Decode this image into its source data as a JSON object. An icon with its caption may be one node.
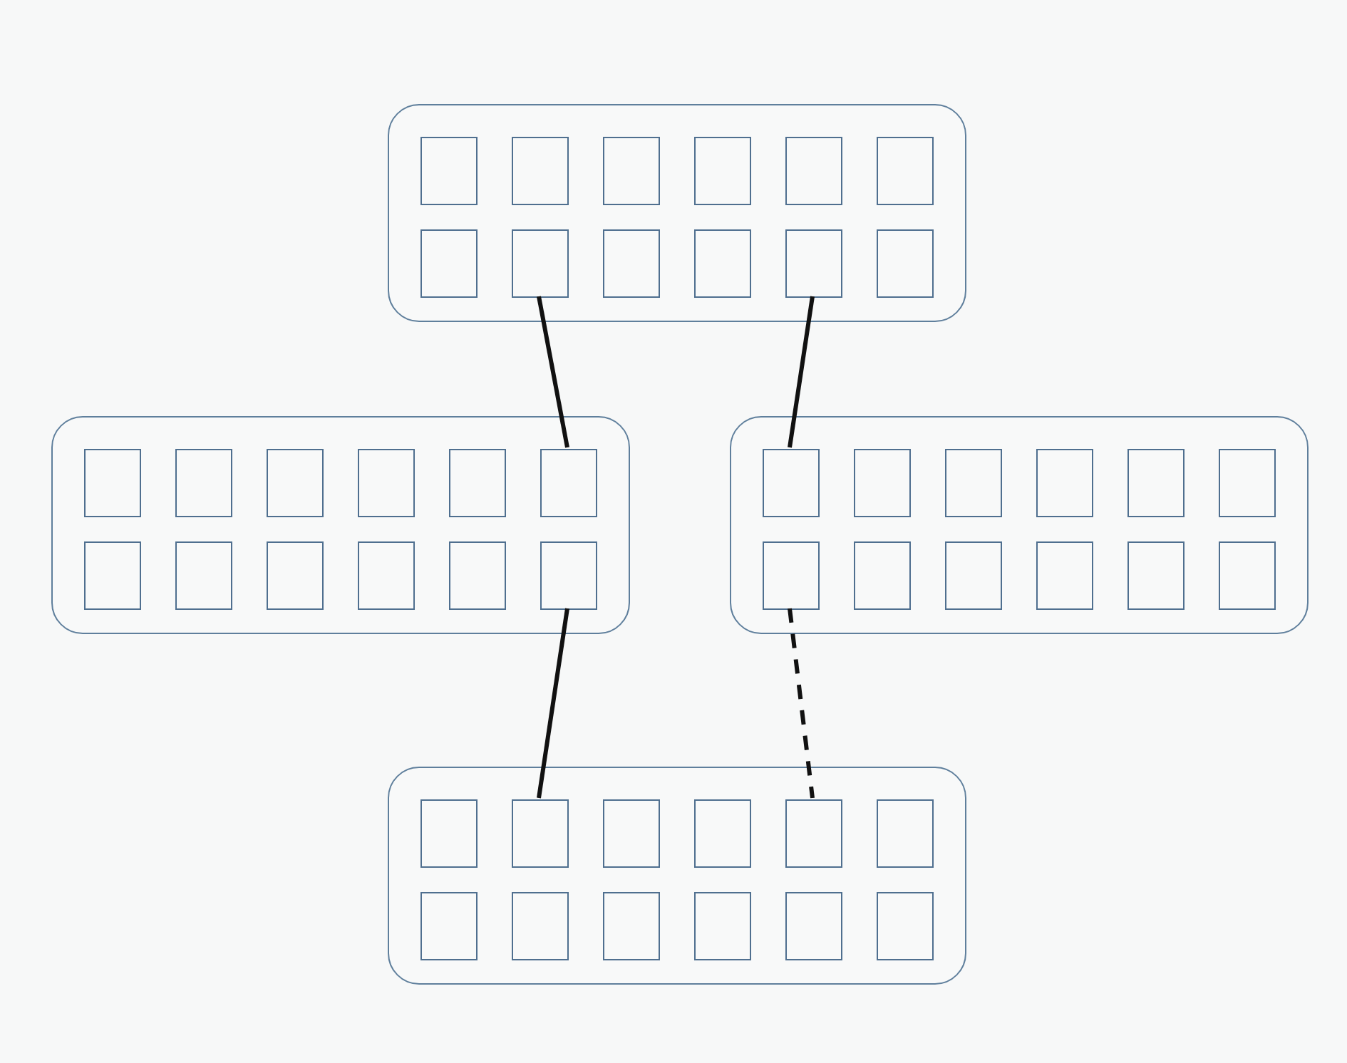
{
  "diagram": {
    "nodes": [
      {
        "text": [],
        "shape": "box"
      },
      {
        "text": [],
        "shape": "box",
        "in": 0
      },
      {
        "text": [],
        "shape": "box",
        "in": 0
      },
      {
        "text": [],
        "shape": "box",
        "in": 0
      },
      {
        "text": [],
        "shape": "box",
        "in": 0
      },
      {
        "text": [],
        "shape": "box",
        "in": 0
      },
      {
        "text": [],
        "shape": "box",
        "in": 0
      },
      {
        "text": [],
        "shape": "box",
        "in": 0
      },
      {
        "text": [],
        "shape": "box",
        "in": 0
      },
      {
        "text": [],
        "shape": "box",
        "in": 0
      },
      {
        "text": [],
        "shape": "box",
        "in": 0
      },
      {
        "text": [],
        "shape": "box",
        "in": 0
      },
      {
        "text": [],
        "shape": "box",
        "in": 0
      },
      {
        "text": [],
        "shape": "box"
      },
      {
        "text": [],
        "shape": "box",
        "in": 13
      },
      {
        "text": [],
        "shape": "box",
        "in": 13
      },
      {
        "text": [],
        "shape": "box",
        "in": 13
      },
      {
        "text": [],
        "shape": "box",
        "in": 13
      },
      {
        "text": [],
        "shape": "box",
        "in": 13
      },
      {
        "text": [],
        "shape": "box",
        "in": 13
      },
      {
        "text": [],
        "shape": "box",
        "in": 13
      },
      {
        "text": [],
        "shape": "box",
        "in": 13
      },
      {
        "text": [],
        "shape": "box",
        "in": 13
      },
      {
        "text": [],
        "shape": "box",
        "in": 13
      },
      {
        "text": [],
        "shape": "box",
        "in": 13
      },
      {
        "text": [],
        "shape": "box",
        "in": 13
      },
      {
        "text": [],
        "shape": "box"
      },
      {
        "text": [],
        "shape": "box",
        "in": 26
      },
      {
        "text": [],
        "shape": "box",
        "in": 26
      },
      {
        "text": [],
        "shape": "box",
        "in": 26
      },
      {
        "text": [],
        "shape": "box",
        "in": 26
      },
      {
        "text": [],
        "shape": "box",
        "in": 26
      },
      {
        "text": [],
        "shape": "box",
        "in": 26
      },
      {
        "text": [],
        "shape": "box",
        "in": 26
      },
      {
        "text": [],
        "shape": "box",
        "in": 26
      },
      {
        "text": [],
        "shape": "box",
        "in": 26
      },
      {
        "text": [],
        "shape": "box",
        "in": 26
      },
      {
        "text": [],
        "shape": "box",
        "in": 26
      },
      {
        "text": [],
        "shape": "box",
        "in": 26
      },
      {
        "text": [],
        "shape": "box"
      },
      {
        "text": [],
        "shape": "box",
        "in": 39
      },
      {
        "text": [],
        "shape": "box",
        "in": 39
      },
      {
        "text": [],
        "shape": "box",
        "in": 39
      },
      {
        "text": [],
        "shape": "box",
        "in": 39
      },
      {
        "text": [],
        "shape": "box",
        "in": 39
      },
      {
        "text": [],
        "shape": "box",
        "in": 39
      },
      {
        "text": [],
        "shape": "box",
        "in": 39
      },
      {
        "text": [],
        "shape": "box",
        "in": 39
      },
      {
        "text": [],
        "shape": "box",
        "in": 39
      },
      {
        "text": [],
        "shape": "box",
        "in": 39
      },
      {
        "text": [],
        "shape": "box",
        "in": 39
      },
      {
        "text": [],
        "shape": "box",
        "in": 39
      }
    ],
    "edges": [
      {
        "from": 8,
        "to": 19,
        "arrow": "none"
      },
      {
        "from": 11,
        "to": 27,
        "arrow": "none"
      },
      {
        "from": 25,
        "to": 41,
        "arrow": "none"
      },
      {
        "from": 33,
        "to": 44,
        "arrow": "none",
        "style": "dashed"
      }
    ]
  }
}
